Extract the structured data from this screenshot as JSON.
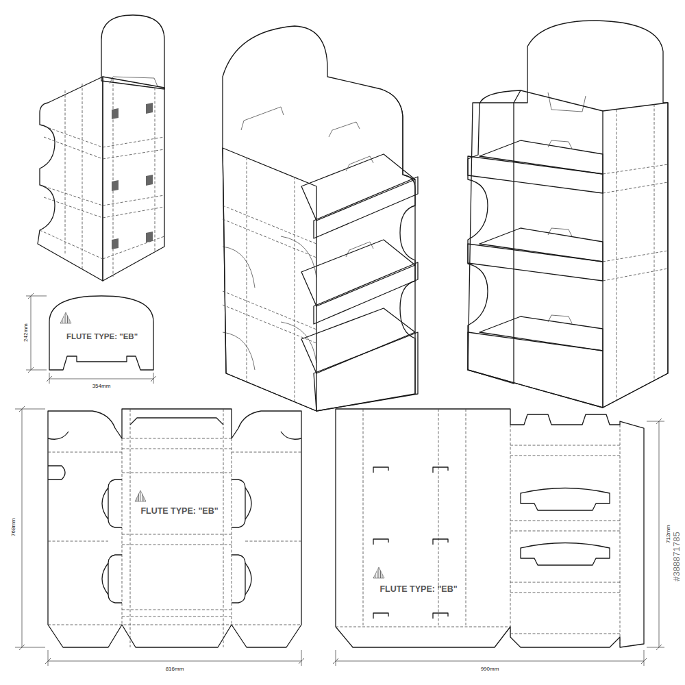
{
  "diagram": {
    "labels": [
      "242mm",
      "FLUTE TYPE: \"EB\"",
      "354mm",
      "FLUTE TYPE: \"EB\"",
      "768mm",
      "816mm",
      "FLUTE TYPE: \"EB\"",
      "990mm",
      "712mm",
      "#388871785"
    ]
  }
}
